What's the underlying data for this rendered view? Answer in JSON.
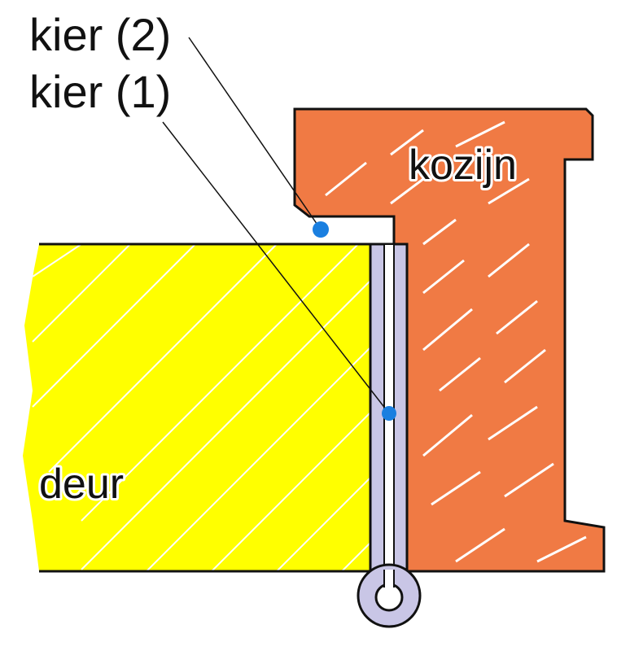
{
  "labels": {
    "kier2": "kier (2)",
    "kier1": "kier (1)",
    "kozijn": "kozijn",
    "deur": "deur"
  },
  "colors": {
    "frame": "#f07a44",
    "door": "#ffff00",
    "gasket": "#c9c6e6",
    "point": "#1a7fe0",
    "outline": "#111111"
  }
}
